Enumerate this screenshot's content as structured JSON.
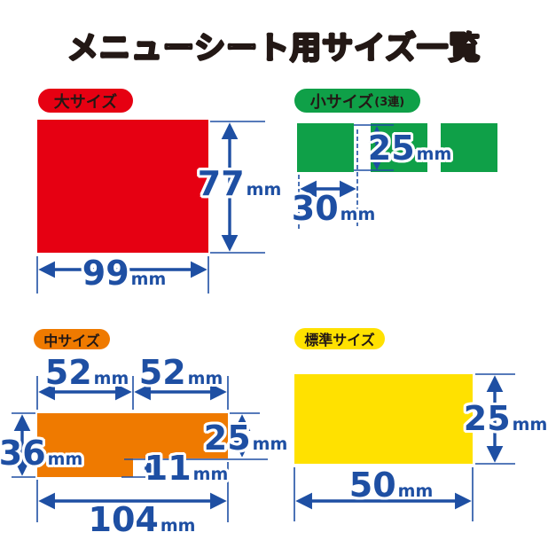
{
  "title": "メニューシート用サイズ一覧",
  "colors": {
    "large_red": "#e60012",
    "small_green": "#0fa048",
    "medium_orange": "#ef7a00",
    "standard_yellow": "#ffe100",
    "dimension_blue": "#1e4fa3",
    "text_dark": "#231815",
    "background": "#ffffff"
  },
  "sections": {
    "large": {
      "label": "大サイズ",
      "height": {
        "value": "77",
        "unit": "mm"
      },
      "width": {
        "value": "99",
        "unit": "mm"
      }
    },
    "small": {
      "label": "小サイズ",
      "label_suffix": "(3連)",
      "piece_count": 3,
      "height": {
        "value": "25",
        "unit": "mm"
      },
      "width": {
        "value": "30",
        "unit": "mm"
      }
    },
    "medium": {
      "label": "中サイズ",
      "top_left_width": {
        "value": "52",
        "unit": "mm"
      },
      "top_right_width": {
        "value": "52",
        "unit": "mm"
      },
      "left_height": {
        "value": "36",
        "unit": "mm"
      },
      "right_height": {
        "value": "25",
        "unit": "mm"
      },
      "step_height": {
        "value": "11",
        "unit": "mm"
      },
      "total_width": {
        "value": "104",
        "unit": "mm"
      }
    },
    "standard": {
      "label": "標準サイズ",
      "height": {
        "value": "25",
        "unit": "mm"
      },
      "width": {
        "value": "50",
        "unit": "mm"
      }
    }
  }
}
